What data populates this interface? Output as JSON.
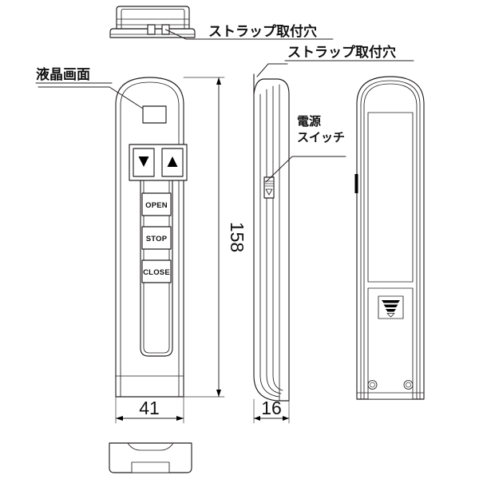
{
  "drawing": {
    "title": "Remote control handset dimensional drawing",
    "background_color": "#ffffff",
    "line_color": "#231f20"
  },
  "annotations": {
    "lcd_screen": {
      "label": "液晶画面",
      "meaning": "LCD screen",
      "name": "lcd-screen-callout"
    },
    "strap_hole_top": {
      "label": "ストラップ取付穴",
      "meaning": "Strap attachment hole",
      "name": "strap-hole-top-callout"
    },
    "strap_hole_side": {
      "label": "ストラップ取付穴",
      "meaning": "Strap attachment hole",
      "name": "strap-hole-side-callout"
    },
    "power_switch": {
      "label_line1": "電源",
      "label_line2": "スイッチ",
      "meaning": "Power switch",
      "name": "power-switch-callout"
    }
  },
  "dimensions": {
    "height": {
      "value": "158",
      "unit": "mm",
      "orientation": "vertical"
    },
    "width_front": {
      "value": "41",
      "unit": "mm",
      "orientation": "horizontal"
    },
    "width_side": {
      "value": "16",
      "unit": "mm",
      "orientation": "horizontal"
    }
  },
  "front_view": {
    "name": "front-view",
    "buttons": {
      "down_arrow": {
        "glyph": "▼",
        "name": "down-arrow-button"
      },
      "up_arrow": {
        "glyph": "▲",
        "name": "up-arrow-button"
      },
      "open": {
        "label": "OPEN",
        "name": "open-button"
      },
      "stop": {
        "label": "STOP",
        "name": "stop-button"
      },
      "close": {
        "label": "CLOSE",
        "name": "close-button"
      }
    }
  },
  "side_view": {
    "name": "side-view"
  },
  "rear_view": {
    "name": "rear-view"
  },
  "top_view": {
    "name": "top-view"
  },
  "bottom_view": {
    "name": "bottom-view"
  }
}
